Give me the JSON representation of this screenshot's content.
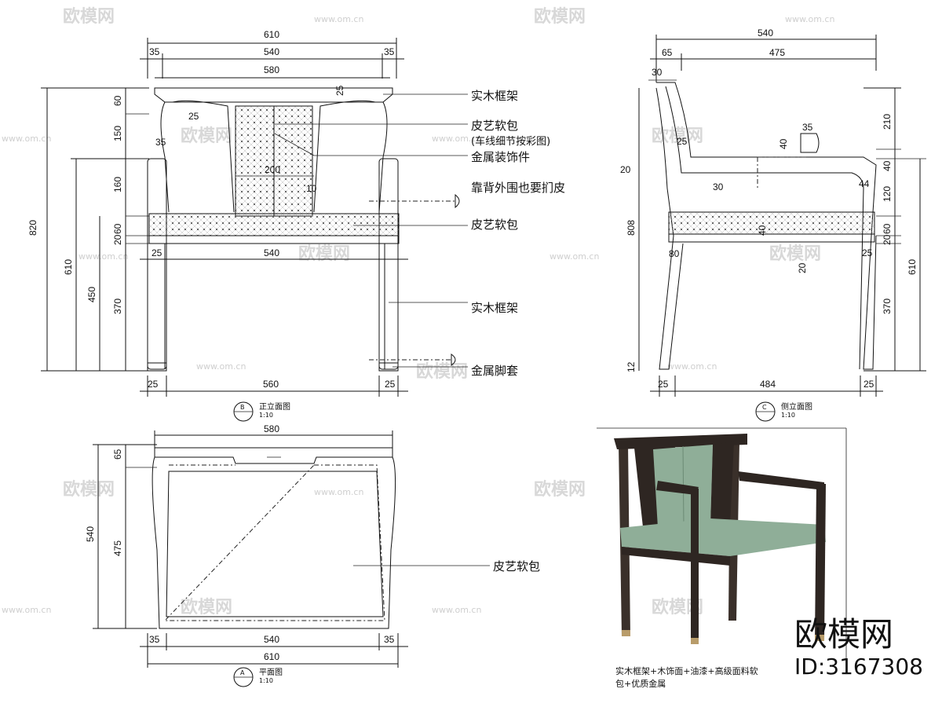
{
  "watermark": {
    "brand": "欧模网",
    "url": "www.om.cn"
  },
  "front_view": {
    "title": "正立面图",
    "scale": "1:10",
    "tag": "B",
    "dims_top": [
      "610",
      "35",
      "540",
      "35",
      "580"
    ],
    "dims_left": [
      "820",
      "610",
      "450",
      "370",
      "60",
      "150",
      "160",
      "20",
      "60",
      "25",
      "35"
    ],
    "dims_inner": [
      "25",
      "200",
      "10",
      "540",
      "25"
    ],
    "dims_bottom": [
      "25",
      "560",
      "25"
    ]
  },
  "side_view": {
    "title": "侧立面图",
    "scale": "1:10",
    "tag": "C",
    "dims_top": [
      "540",
      "65",
      "475",
      "30"
    ],
    "dims_right": [
      "210",
      "40",
      "120",
      "20",
      "60",
      "610",
      "370"
    ],
    "dims_left": [
      "808",
      "20",
      "12"
    ],
    "dims_inner": [
      "25",
      "35",
      "40",
      "30",
      "44",
      "40",
      "80",
      "20",
      "25"
    ],
    "dims_bottom": [
      "25",
      "484",
      "25"
    ]
  },
  "plan_view": {
    "title": "平面图",
    "scale": "1:10",
    "tag": "A",
    "dims_top": [
      "580"
    ],
    "dims_left": [
      "540",
      "475",
      "65"
    ],
    "dims_bottom": [
      "35",
      "540",
      "35",
      "610"
    ]
  },
  "callouts": {
    "frame_top": "实木框架",
    "leather_back": "皮艺软包",
    "leather_back_note": "(车线细节按彩图)",
    "metal_deco": "金属装饰件",
    "back_wrap": "靠背外围也要扪皮",
    "leather_seat": "皮艺软包",
    "frame_leg": "实木框架",
    "metal_foot": "金属脚套",
    "plan_leather": "皮艺软包"
  },
  "material_note_1": "实木框架+木饰面+油漆+高级面料软",
  "material_note_2": "包+优质金属",
  "brand_logo": "欧模网",
  "image_id": "ID:3167308"
}
